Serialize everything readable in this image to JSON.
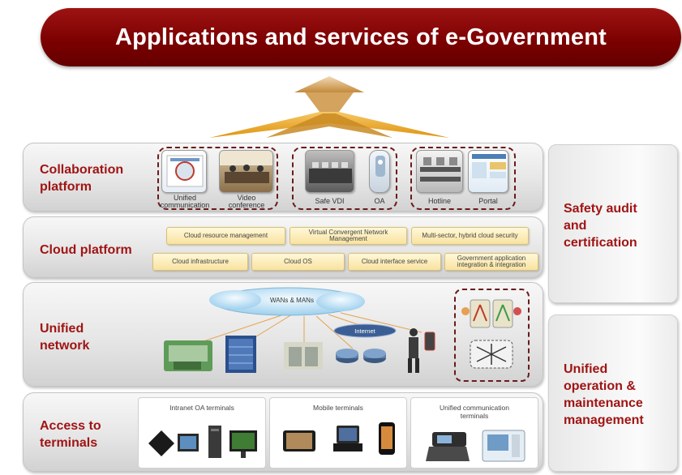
{
  "banner": {
    "title": "Applications and services of e-Government"
  },
  "layers": {
    "collaboration": {
      "label_line1": "Collaboration",
      "label_line2": "platform",
      "items": [
        {
          "caption_line1": "Unified",
          "caption_line2": "communication"
        },
        {
          "caption_line1": "Video",
          "caption_line2": "conference"
        },
        {
          "caption": "Safe VDI"
        },
        {
          "caption": "OA"
        },
        {
          "caption": "Hotline"
        },
        {
          "caption": "Portal"
        }
      ]
    },
    "cloud": {
      "label": "Cloud platform",
      "top_row": [
        "Cloud resource management",
        "Virtual Convergent Network Management",
        "Multi-sector, hybrid cloud security"
      ],
      "bottom_row": [
        "Cloud infrastructure",
        "Cloud OS",
        "Cloud interface service",
        "Government application integration & integration"
      ]
    },
    "network": {
      "label_line1": "Unified",
      "label_line2": "network",
      "cloud_label": "WANs & MANs",
      "internet_label": "Internet"
    },
    "access": {
      "label_line1": "Access to",
      "label_line2": "terminals",
      "groups": [
        {
          "title": "Intranet OA terminals"
        },
        {
          "title": "Mobile terminals"
        },
        {
          "title_line1": "Unified communication",
          "title_line2": "terminals"
        }
      ]
    }
  },
  "side": {
    "safety": {
      "line1": "Safety audit",
      "line2": "and",
      "line3": "certification"
    },
    "operation": {
      "line1": "Unified",
      "line2": "operation &",
      "line3": "maintenance",
      "line4": "management"
    }
  },
  "colors": {
    "banner": "#8b0a0a",
    "label": "#a01414",
    "arrow": "#e8a21a",
    "dash": "#6b1a1a"
  }
}
